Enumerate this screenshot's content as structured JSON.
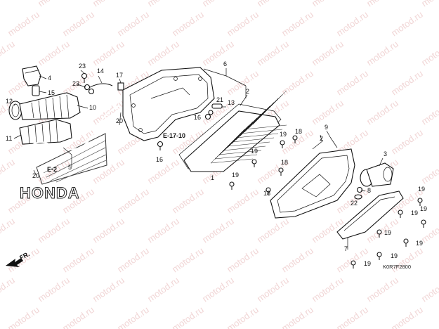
{
  "diagram": {
    "brand": "HONDA",
    "diagram_code": "K0R7F2800",
    "direction_label": "FR.",
    "watermark_text": "motod.ru",
    "references": {
      "e17": "E-17-10",
      "e2": "E-2"
    },
    "labels": {
      "l1": "1",
      "l2a": "2",
      "l2b": "2",
      "l3": "3",
      "l4": "4",
      "l5": "5",
      "l6": "6",
      "l7": "7",
      "l8": "8",
      "l9": "9",
      "l10": "10",
      "l11": "11",
      "l12": "12",
      "l13": "13",
      "l14": "14",
      "l15": "15",
      "l16a": "16",
      "l16b": "16",
      "l17": "17",
      "l18a": "18",
      "l18b": "18",
      "l18c": "18",
      "l19a": "19",
      "l19b": "19",
      "l19c": "19",
      "l19d": "19",
      "l19e": "19",
      "l19f": "19",
      "l19g": "19",
      "l19h": "19",
      "l19i": "19",
      "l19j": "19",
      "l20a": "20",
      "l20b": "20",
      "l21": "21",
      "l22": "22",
      "l23a": "23",
      "l23b": "23"
    }
  },
  "colors": {
    "line": "#111111",
    "watermark": "#f1d6d6",
    "background": "#ffffff"
  }
}
